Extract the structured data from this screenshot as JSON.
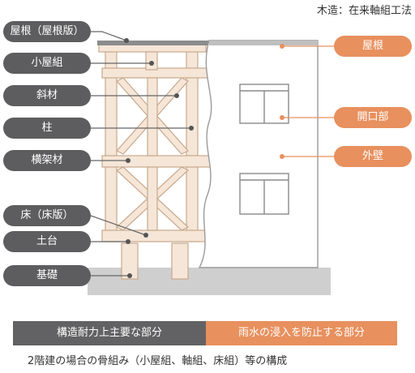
{
  "header_note": "木造：在来軸組工法",
  "left_labels": {
    "roof_sheathing": "屋根（屋根版）",
    "koya_gumi": "小屋組",
    "brace": "斜材",
    "column": "柱",
    "beam": "横架材",
    "floor": "床（床版）",
    "sill": "土台",
    "foundation": "基礎"
  },
  "right_labels": {
    "roof": "屋根",
    "opening": "開口部",
    "exterior_wall": "外壁"
  },
  "legend": {
    "structural": "構造耐力上主要な部分",
    "rain": "雨水の浸入を防止する部分"
  },
  "caption": "2階建の場合の骨組み（小屋組、軸組、床組）等の構成",
  "colors": {
    "dark_label": "#5d5d5f",
    "orange_accent": "#e8905e",
    "timber_fill": "#f5e6d8",
    "timber_stroke": "#c9a88c",
    "wall_fill": "#ffffff",
    "wall_stroke": "#9a9a9a",
    "ground": "#cfcfcf",
    "leader_line": "#666666"
  }
}
